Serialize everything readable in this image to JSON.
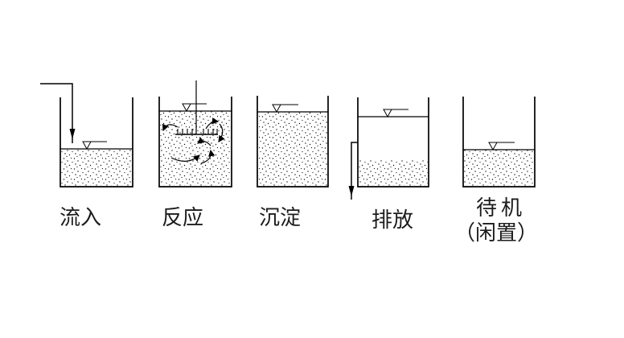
{
  "diagram_title": "SBR process stages (no on-screen title)",
  "colors": {
    "background": "#ffffff",
    "line": "#000000",
    "text": "#1c1c1c"
  },
  "icons": {
    "water_level": "inverted-triangle-with-bar",
    "inflow_arrow": "filled-down-arrow",
    "outflow_arrow": "filled-down-arrow",
    "mixer": "comb-agitator-on-shaft",
    "mixing_flow": "curved-swirl-arrows"
  },
  "stages": [
    {
      "id": "inflow",
      "label": "流入"
    },
    {
      "id": "reaction",
      "label": "反应"
    },
    {
      "id": "settling",
      "label": "沉淀"
    },
    {
      "id": "discharge",
      "label": "排放"
    },
    {
      "id": "standby",
      "label": "待机",
      "sublabel": "（闲置）"
    }
  ]
}
